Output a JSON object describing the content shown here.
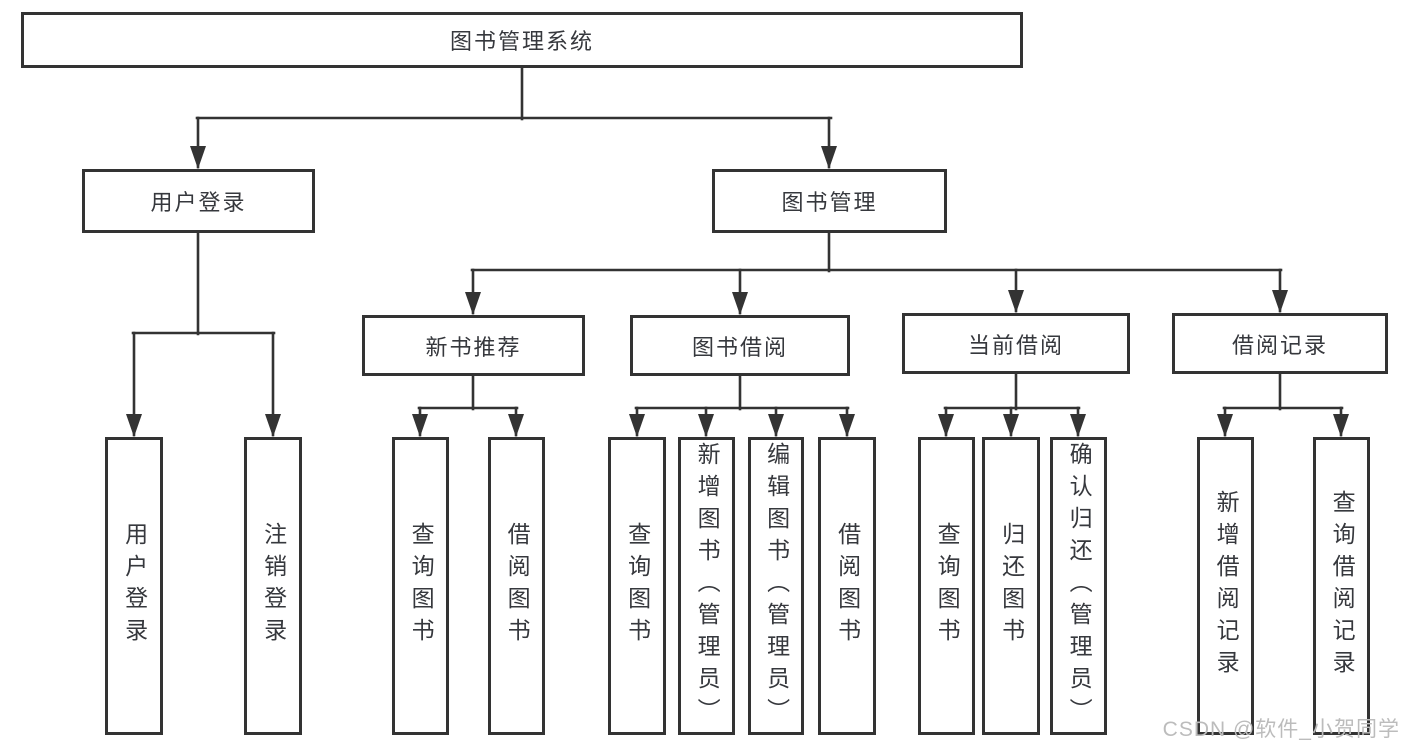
{
  "diagram": {
    "root": "图书管理系统",
    "branches": {
      "user_login": "用户登录",
      "book_mgmt": "图书管理"
    },
    "modules": {
      "new_books": "新书推荐",
      "borrowing": "图书借阅",
      "current": "当前借阅",
      "records": "借阅记录"
    },
    "leaves": {
      "user_login": [
        "用户登录",
        "注销登录"
      ],
      "new_books": [
        "查询图书",
        "借阅图书"
      ],
      "borrowing": [
        "查询图书",
        "新增图书（管理员）",
        "编辑图书（管理员）",
        "借阅图书"
      ],
      "current": [
        "查询图书",
        "归还图书",
        "确认归还（管理员）"
      ],
      "records": [
        "新增借阅记录",
        "查询借阅记录"
      ]
    },
    "colors": {
      "line": "#333333",
      "text": "#36383d",
      "watermark": "#bcbcbc",
      "background": "#ffffff"
    },
    "watermark": "CSDN @软件_小贺同学"
  }
}
